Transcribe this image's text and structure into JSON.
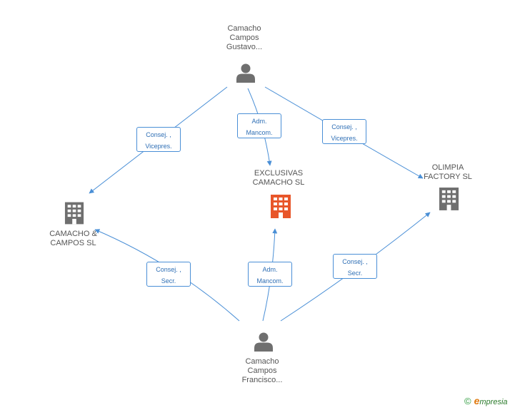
{
  "colors": {
    "edge": "#4a8fd6",
    "person_icon": "#6f6f6f",
    "company_icon": "#6f6f6f",
    "focus_company_icon": "#e8562a",
    "label_text": "#555555"
  },
  "nodes": {
    "gustavo": {
      "lines": [
        "Camacho",
        "Campos",
        "Gustavo..."
      ],
      "icon": "person-icon"
    },
    "francisco": {
      "lines": [
        "Camacho",
        "Campos",
        "Francisco..."
      ],
      "icon": "person-icon"
    },
    "exclusivas": {
      "lines": [
        "EXCLUSIVAS",
        "CAMACHO SL"
      ],
      "icon": "building-icon"
    },
    "camacho_campos": {
      "lines": [
        "CAMACHO &",
        "CAMPOS SL"
      ],
      "icon": "building-icon"
    },
    "olimpia": {
      "lines": [
        "OLIMPIA",
        "FACTORY SL"
      ],
      "icon": "building-icon"
    }
  },
  "edges": [
    {
      "from": "gustavo",
      "to": "camacho_campos",
      "lines": [
        "Consej. ,",
        "Vicepres."
      ]
    },
    {
      "from": "gustavo",
      "to": "exclusivas",
      "lines": [
        "Adm.",
        "Mancom."
      ]
    },
    {
      "from": "gustavo",
      "to": "olimpia",
      "lines": [
        "Consej. ,",
        "Vicepres."
      ]
    },
    {
      "from": "francisco",
      "to": "camacho_campos",
      "lines": [
        "Consej. ,",
        "Secr."
      ]
    },
    {
      "from": "francisco",
      "to": "exclusivas",
      "lines": [
        "Adm.",
        "Mancom."
      ]
    },
    {
      "from": "francisco",
      "to": "olimpia",
      "lines": [
        "Consej. ,",
        "Secr."
      ]
    }
  ],
  "brand": {
    "copyright": "©",
    "initial": "e",
    "rest": "mpresia"
  }
}
